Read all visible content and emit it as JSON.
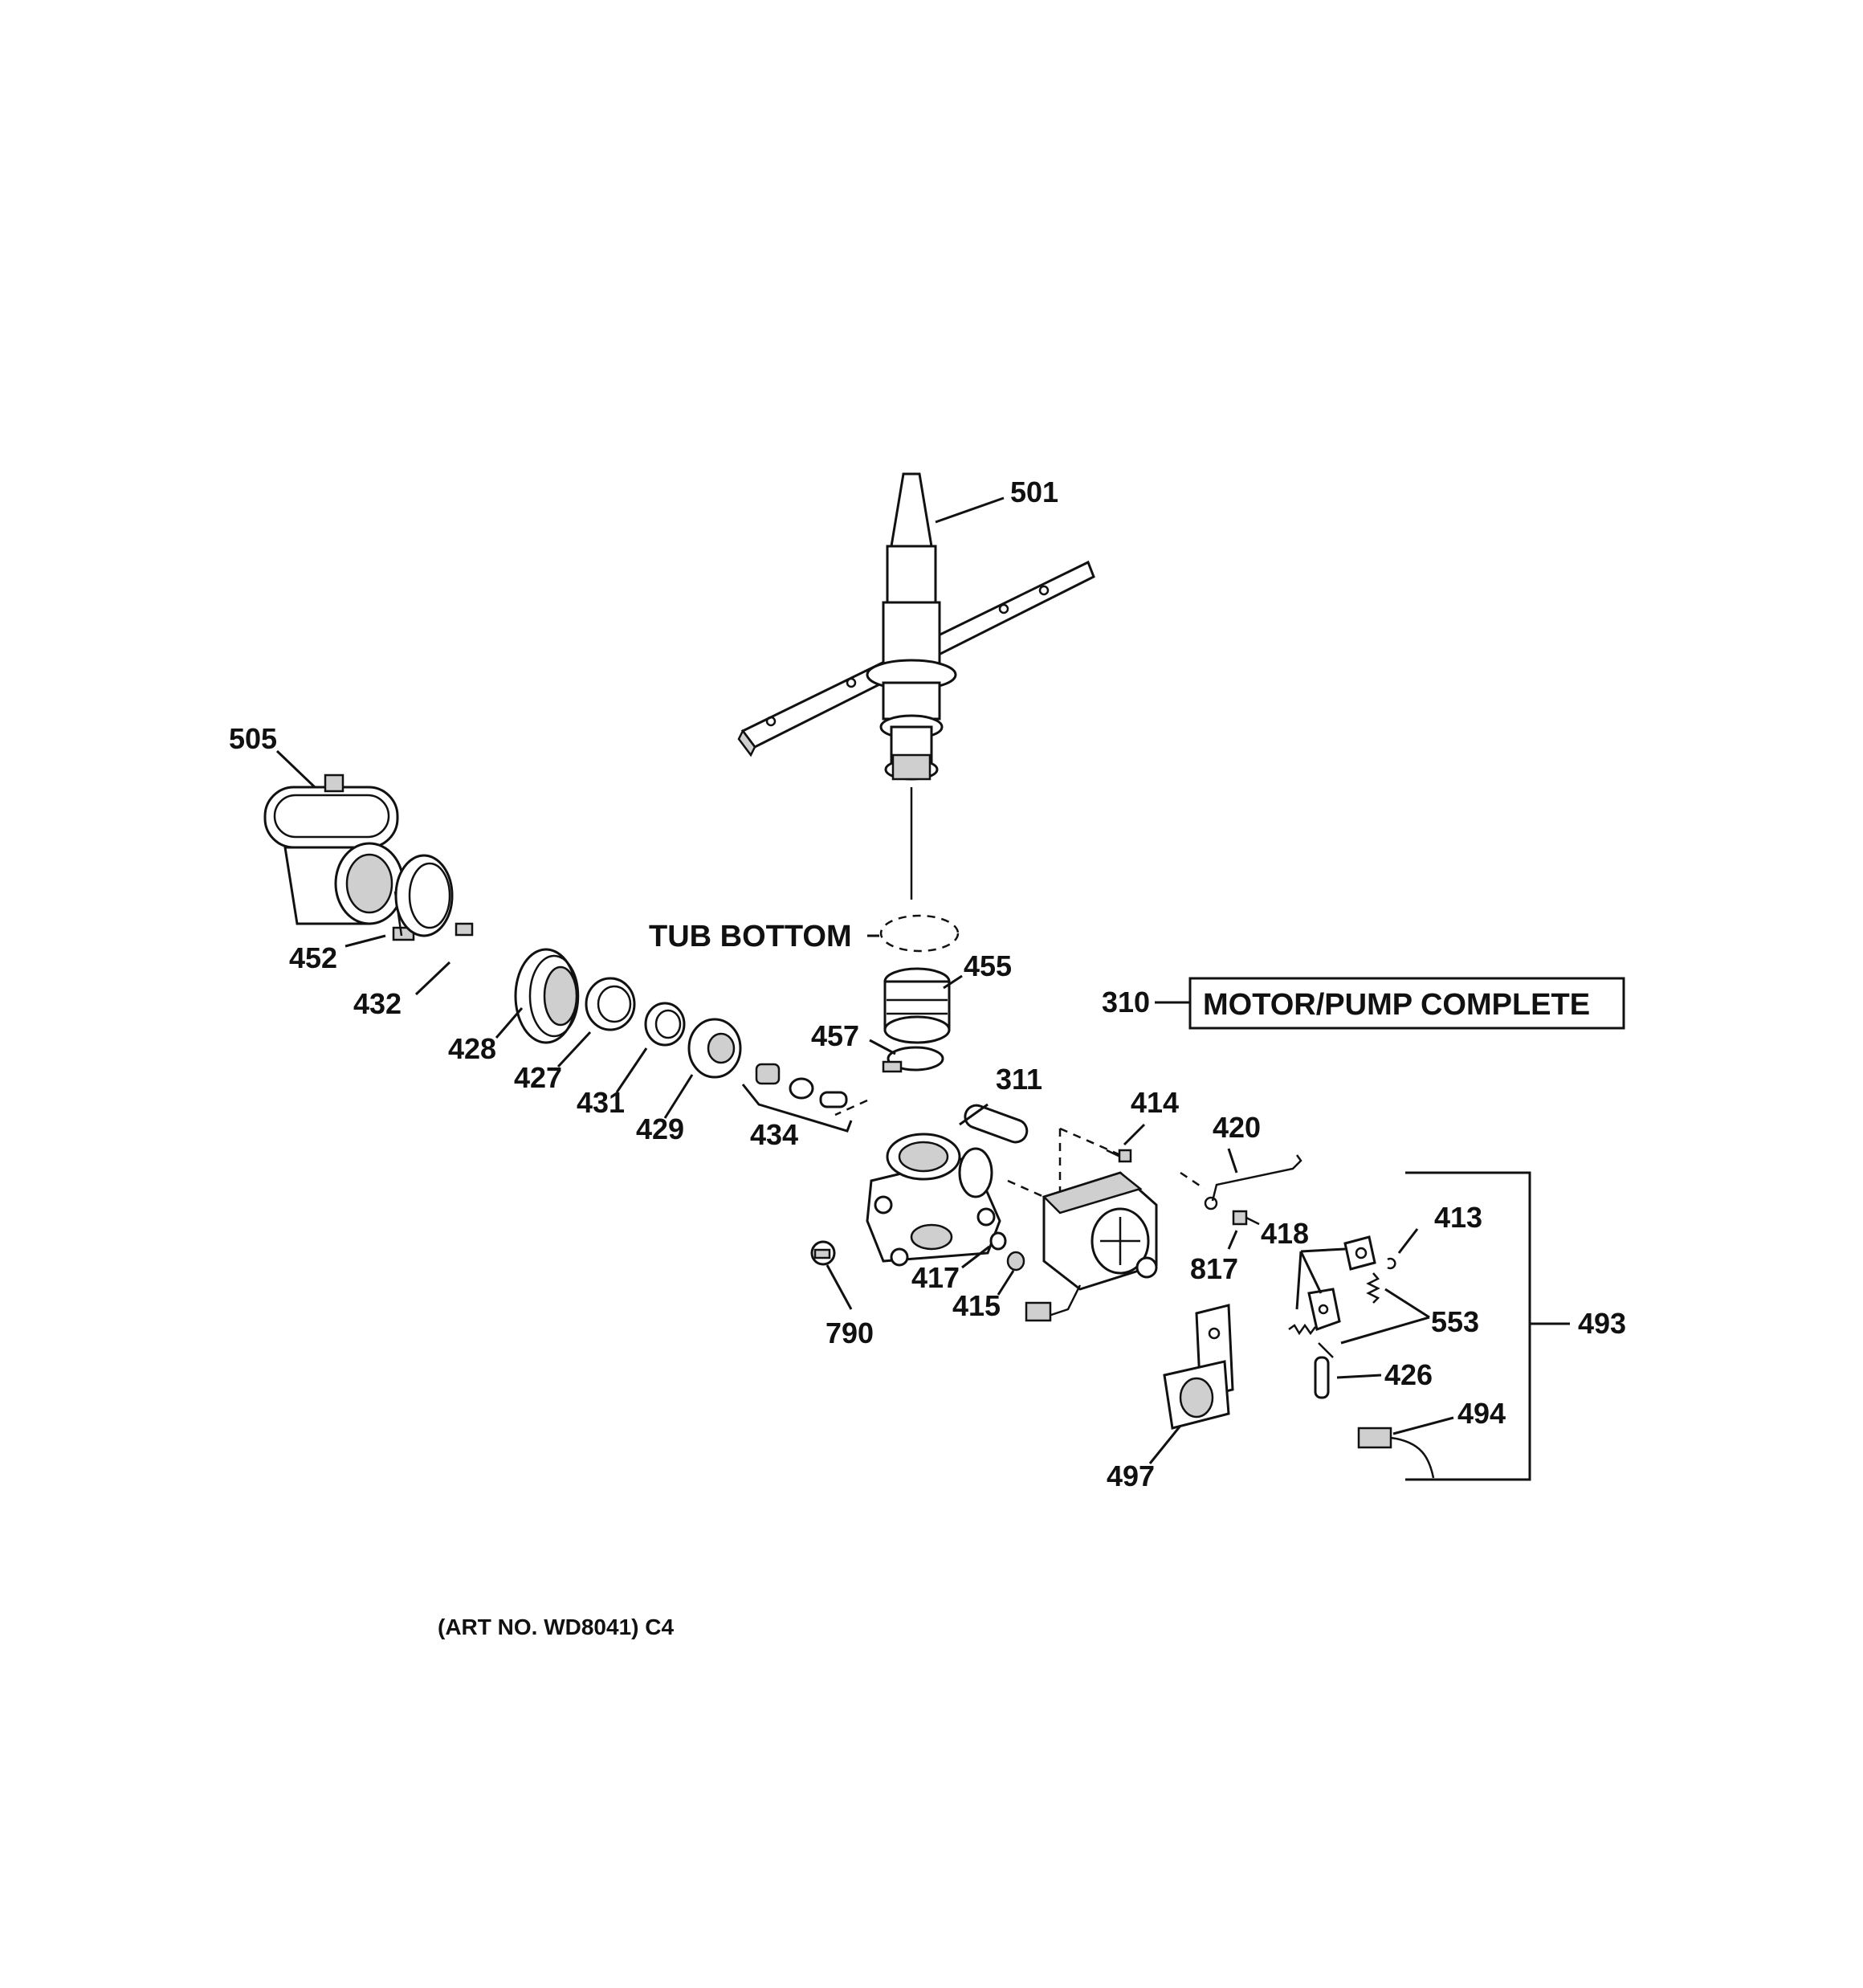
{
  "callouts": {
    "c501": "501",
    "c505": "505",
    "c452": "452",
    "c432": "432",
    "c428": "428",
    "c427": "427",
    "c431": "431",
    "c429": "429",
    "c434": "434",
    "c455": "455",
    "c457": "457",
    "c311": "311",
    "c310": "310",
    "c414": "414",
    "c420": "420",
    "c418": "418",
    "c413": "413",
    "c817": "817",
    "c417": "417",
    "c415": "415",
    "c790": "790",
    "c553": "553",
    "c493": "493",
    "c426": "426",
    "c494": "494",
    "c497": "497"
  },
  "labels": {
    "tub_bottom": "TUB BOTTOM",
    "motor_pump_complete": "MOTOR/PUMP COMPLETE",
    "art_no": "(ART NO. WD8041) C4"
  }
}
